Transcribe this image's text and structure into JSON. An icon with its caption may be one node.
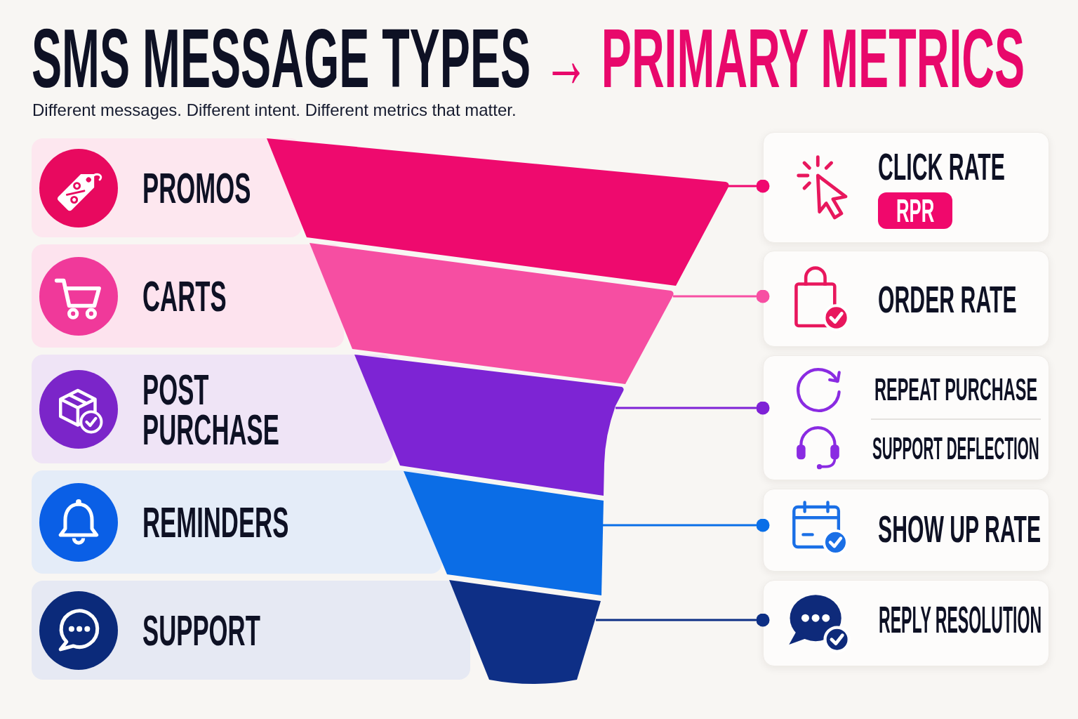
{
  "diagram": {
    "title": "SMS MESSAGE TYPES → PRIMARY METRICS",
    "nodes": [
      {
        "text": [
          "PROMOS"
        ]
      },
      {
        "text": [
          "CARTS"
        ]
      },
      {
        "text": [
          "POST PURCHASE"
        ]
      },
      {
        "text": [
          "REMINDERS"
        ]
      },
      {
        "text": [
          "SUPPORT"
        ]
      },
      {
        "text": [],
        "shape": "trapezoid"
      },
      {
        "text": [],
        "shape": "trapezoid"
      },
      {
        "text": [],
        "shape": "trapezoid"
      },
      {
        "text": [],
        "shape": "trapezoid"
      },
      {
        "text": [],
        "shape": "trapezoid"
      },
      {
        "text": [
          "CLICK RATE"
        ]
      },
      {
        "text": [
          "RPR"
        ],
        "in": 10
      },
      {
        "text": [
          "ORDER RATE"
        ]
      },
      {
        "text": [
          "REPEAT PURCHASE",
          "SUPPORT DEFLECTION"
        ]
      },
      {
        "text": [
          "SHOW UP RATE"
        ]
      },
      {
        "text": [
          "REPLY RESOLUTION"
        ]
      }
    ],
    "edges": [
      {
        "from": 5,
        "to": 10,
        "arrow": "other",
        "color": "#f0076f"
      },
      {
        "from": 6,
        "to": 12,
        "arrow": "other",
        "color": "#f74fa3"
      },
      {
        "from": 7,
        "to": 13,
        "arrow": "other",
        "color": "#7e22d6"
      },
      {
        "from": 8,
        "to": 14,
        "arrow": "other",
        "color": "#0a6fe8"
      },
      {
        "from": 9,
        "to": 15,
        "arrow": "other",
        "color": "#0d2f85"
      }
    ],
    "labels": [
      "Different messages. Different intent. Different metrics that matter."
    ]
  }
}
